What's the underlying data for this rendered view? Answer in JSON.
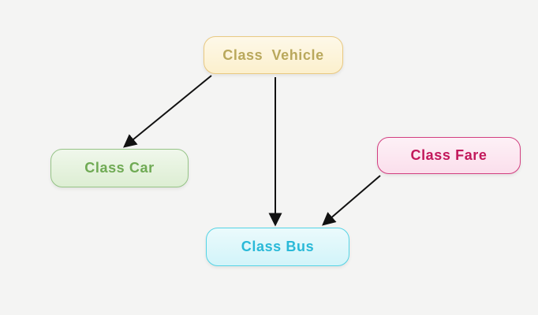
{
  "diagram": {
    "background": "#f4f4f3",
    "edge_color": "#111111",
    "nodes": [
      {
        "id": "vehicle",
        "label": "Class  Vehicle",
        "text_color": "#b9a85c",
        "border_color": "#e9c981",
        "fill": "#fcf0cd"
      },
      {
        "id": "car",
        "label": "Class Car",
        "text_color": "#6faa54",
        "border_color": "#96c487",
        "fill": "#ddeed3"
      },
      {
        "id": "fare",
        "label": "Class Fare",
        "text_color": "#c2185b",
        "border_color": "#d23f80",
        "fill": "#fbdfec"
      },
      {
        "id": "bus",
        "label": "Class Bus",
        "text_color": "#29b9d8",
        "border_color": "#55d4e5",
        "fill": "#d2f4f9"
      }
    ],
    "edges": [
      {
        "from": "vehicle",
        "to": "car"
      },
      {
        "from": "vehicle",
        "to": "bus"
      },
      {
        "from": "fare",
        "to": "bus"
      }
    ]
  }
}
